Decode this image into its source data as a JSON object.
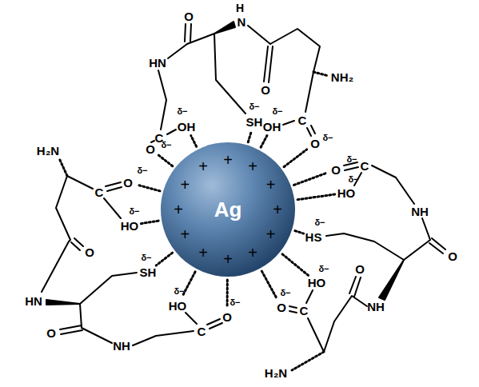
{
  "diagram": {
    "nodes": [
      {
        "text": [
          "Ag"
        ]
      }
    ],
    "labels": [
      "O",
      "H",
      "N",
      "HN",
      "O",
      "NH₂",
      "SH",
      "δ−",
      "OH",
      "δ−",
      "C",
      "O",
      "δ−",
      "OH",
      "δ−",
      "C",
      "O",
      "δ−",
      "H₂N",
      "C",
      "O",
      "δ−",
      "HO",
      "δ−",
      "O",
      "SH",
      "δ−",
      "HN",
      "O",
      "NH",
      "HO",
      "δ−",
      "O",
      "δ−",
      "C",
      "O",
      "δ−",
      "C",
      "HO",
      "δ−",
      "NH",
      "HS",
      "δ−",
      "O",
      "O",
      "HO",
      "δ−",
      "C",
      "O",
      "δ−",
      "NH",
      "H₂N",
      "+",
      "+",
      "+",
      "+",
      "+",
      "+",
      "+",
      "+",
      "+",
      "+",
      "+",
      "+"
    ]
  }
}
